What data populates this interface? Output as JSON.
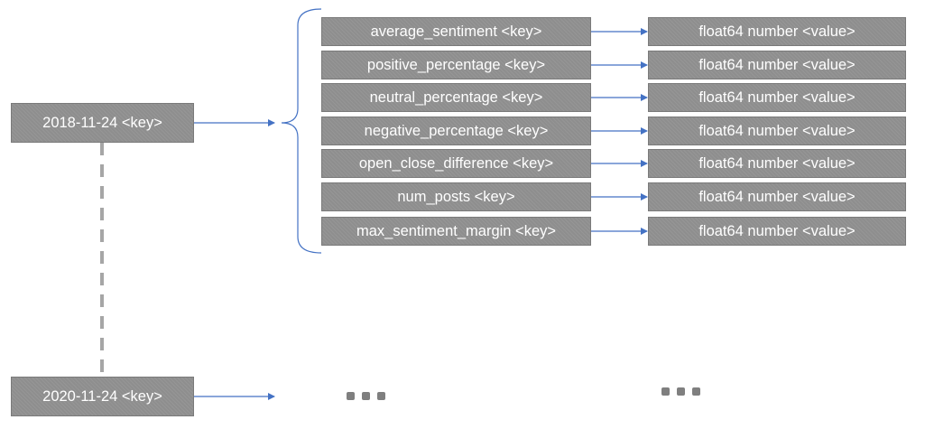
{
  "dates": [
    {
      "label": "2018-11-24 <key>"
    },
    {
      "label": "2020-11-24 <key>"
    }
  ],
  "fields": [
    {
      "key": "average_sentiment <key>",
      "value": "float64 number <value>"
    },
    {
      "key": "positive_percentage <key>",
      "value": "float64 number <value>"
    },
    {
      "key": "neutral_percentage <key>",
      "value": "float64 number <value>"
    },
    {
      "key": "negative_percentage  <key>",
      "value": "float64 number <value>"
    },
    {
      "key": "open_close_difference <key>",
      "value": "float64 number <value>"
    },
    {
      "key": "num_posts <key>",
      "value": "float64 number <value>"
    },
    {
      "key": "max_sentiment_margin  <key>",
      "value": "float64 number <value>"
    }
  ],
  "colors": {
    "box": "#8e8e8e",
    "arrow": "#4472c4",
    "dash": "#a6a6a6",
    "dots": "#7f7f7f"
  }
}
